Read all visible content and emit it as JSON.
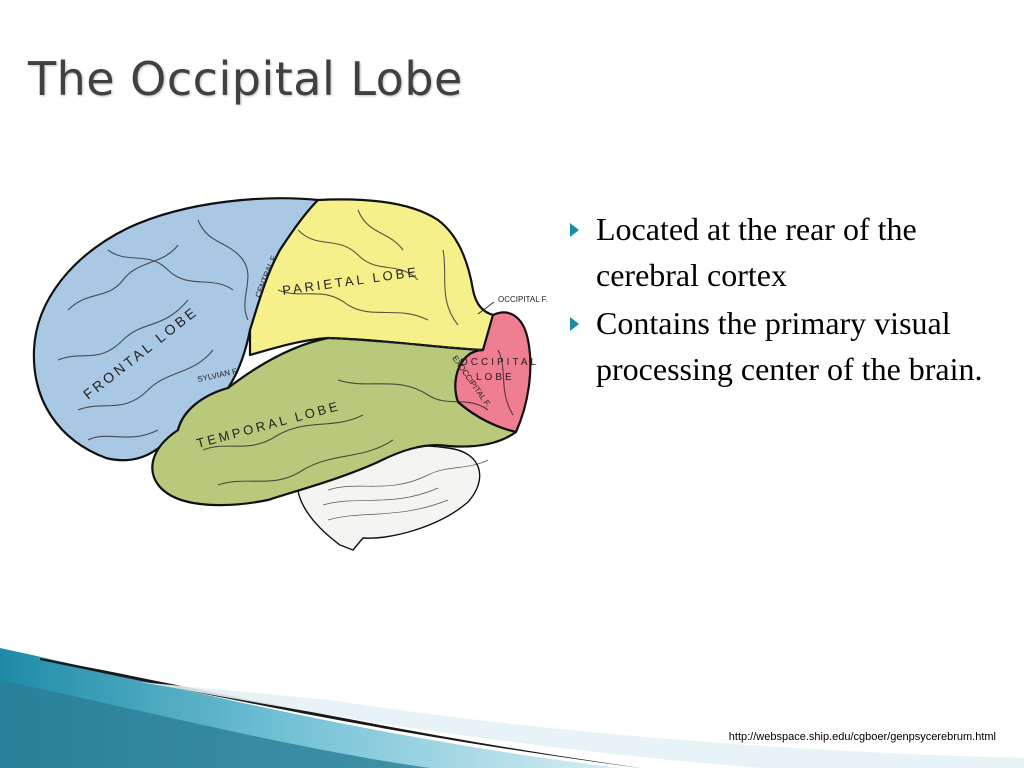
{
  "slide": {
    "title": "The Occipital Lobe",
    "bullets": [
      "Located at the rear of the cerebral cortex",
      "Contains the primary visual processing center of the brain."
    ],
    "source_url": "http://webspace.ship.edu/cgboer/genpsycerebrum.html"
  },
  "figure": {
    "labels": {
      "frontal": "FRONTAL LOBE",
      "parietal": "PARIETAL LOBE",
      "temporal": "TEMPORAL LOBE",
      "occipital_line1": "OCCIPITAL",
      "occipital_line2": "LOBE",
      "central": "CENTRAL F.",
      "sylvian": "SYLVIAN F.",
      "occipital_f": "OCCIPITAL F.",
      "exoccipital": "EXOCCIPITAL F."
    },
    "colors": {
      "frontal": "#a9c8e3",
      "parietal": "#f6f08a",
      "temporal": "#b9c97c",
      "occipital": "#ef7e92",
      "cerebellum": "#f4f4f2"
    }
  },
  "theme": {
    "accent": "#1e8ba6",
    "dark": "#1a1a1a"
  }
}
